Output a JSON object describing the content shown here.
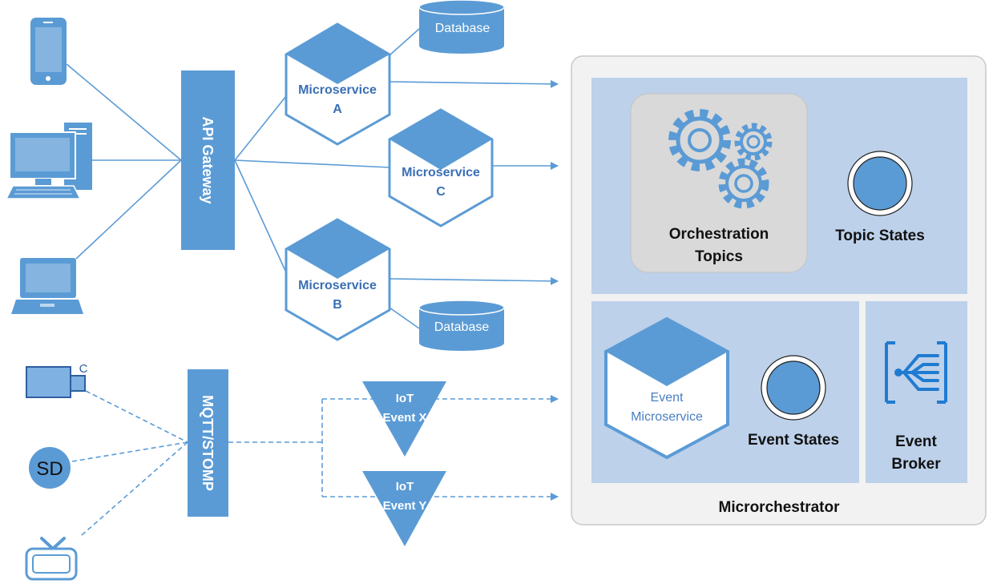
{
  "gateway": {
    "api_label": "API Gateway",
    "mqtt_label": "MQTT/STOMP"
  },
  "microservices": {
    "a": {
      "line1": "Microservice",
      "line2": "A"
    },
    "c": {
      "line1": "Microservice",
      "line2": "C"
    },
    "b": {
      "line1": "Microservice",
      "line2": "B"
    }
  },
  "databases": {
    "top": "Database",
    "bottom": "Database"
  },
  "iot_events": {
    "x": {
      "line1": "IoT",
      "line2": "Event X"
    },
    "y": {
      "line1": "IoT",
      "line2": "Event Y"
    }
  },
  "devices": {
    "camera_label": "C",
    "sd_label": "SD"
  },
  "orchestrator": {
    "title": "Microrchestrator",
    "orchestration_line1": "Orchestration",
    "orchestration_line2": "Topics",
    "topic_states": "Topic States",
    "event_ms_line1": "Event",
    "event_ms_line2": "Microservice",
    "event_states": "Event States",
    "event_broker_line1": "Event",
    "event_broker_line2": "Broker"
  },
  "colors": {
    "primary_blue": "#5b9bd5",
    "panel_blue": "#bdd1ea",
    "container_gray": "#f2f2f2",
    "gear_panel_gray": "#d9d9d9",
    "broker_blue": "#1f7bd1"
  },
  "icons": {
    "phone": "smartphone-icon",
    "desktop": "desktop-computer-icon",
    "laptop": "laptop-icon",
    "camera": "camera-icon",
    "tv": "tv-icon",
    "gears": "gears-icon",
    "broker": "event-broker-icon"
  }
}
